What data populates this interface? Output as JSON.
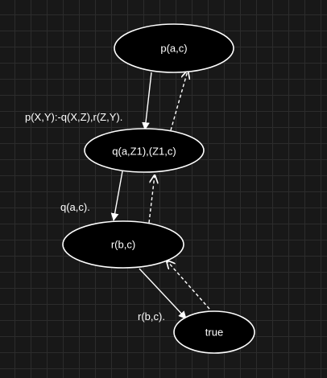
{
  "nodes": {
    "p": {
      "label": "p(a,c)"
    },
    "q": {
      "label": "q(a,Z1),(Z1,c)"
    },
    "r": {
      "label": "r(b,c)"
    },
    "t": {
      "label": "true"
    }
  },
  "edge_labels": {
    "p_to_q": "p(X,Y):-q(X,Z),r(Z,Y).",
    "q_to_r": "q(a,c).",
    "r_to_t": "r(b,c)."
  },
  "colors": {
    "background": "#181818",
    "grid": "#2c2c2c",
    "node_fill": "#000000",
    "stroke": "#ffffff",
    "text": "#ffffff"
  }
}
